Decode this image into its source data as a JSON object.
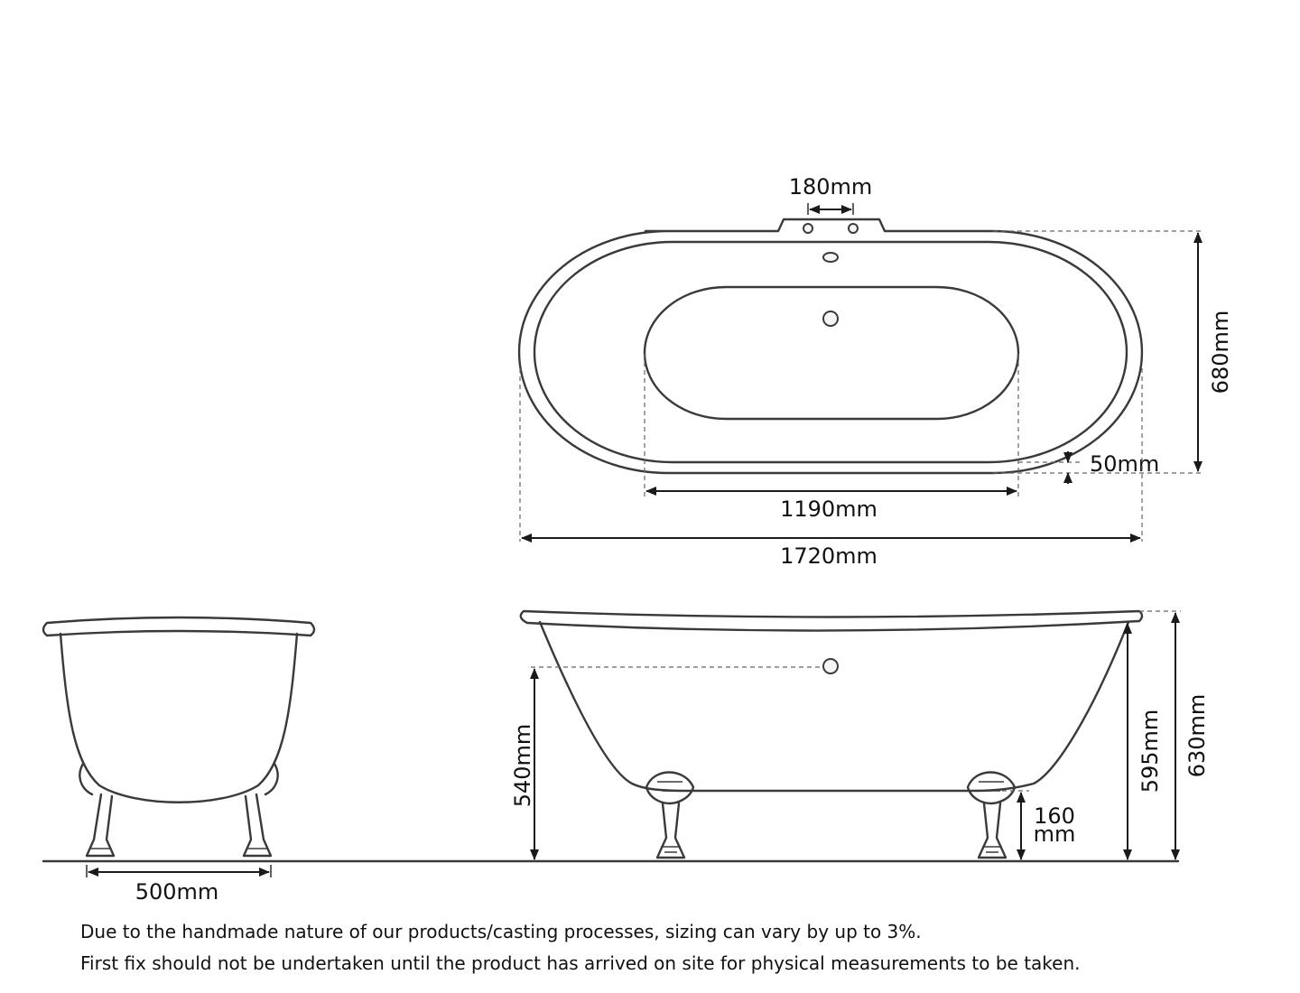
{
  "dimensions": {
    "tap_spacing": "180mm",
    "width": "680mm",
    "rim": "50mm",
    "inner_length": "1190mm",
    "overall_length": "1720mm",
    "leg_spread": "500mm",
    "overflow_height": "540mm",
    "rim_height_side": "595mm",
    "overall_height": "630mm",
    "clearance_value": "160",
    "clearance_unit": "mm"
  },
  "notes": {
    "line1": "Due to the handmade nature of our products/casting processes, sizing can vary by up to 3%.",
    "line2": "First fix should not be undertaken until the product has arrived on site for physical measurements to be taken."
  }
}
